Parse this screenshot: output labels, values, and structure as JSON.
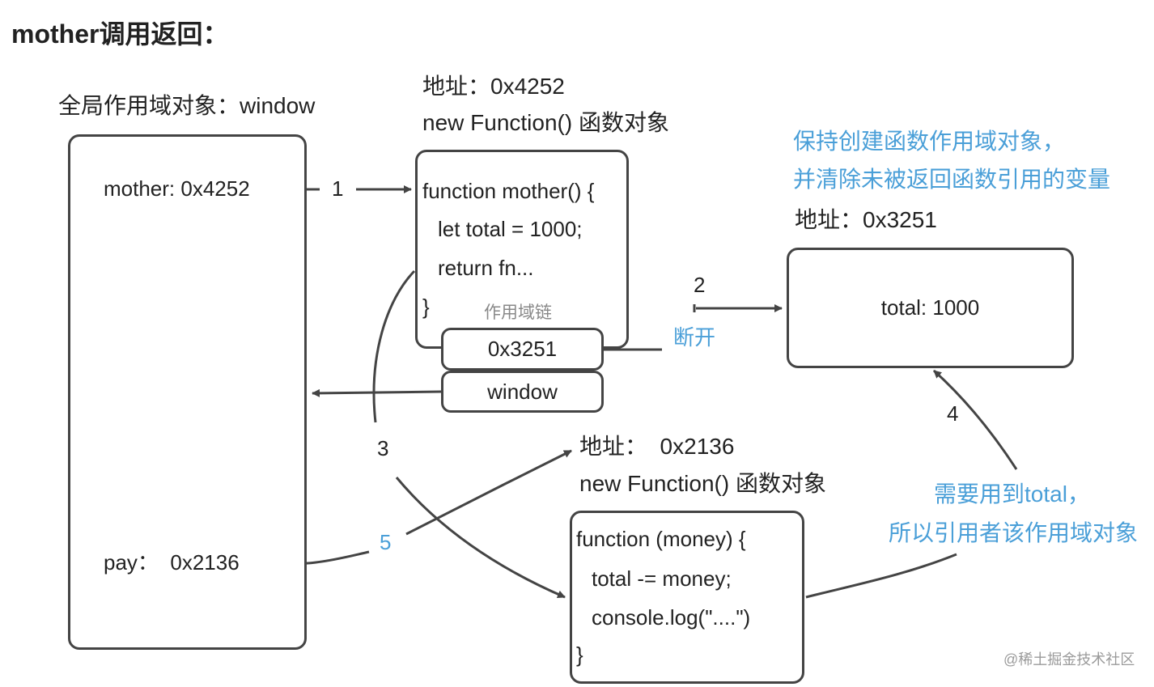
{
  "title": "mother调用返回：",
  "global_scope": {
    "label": "全局作用域对象：window",
    "mother_entry": "mother: 0x4252",
    "pay_entry": "pay：  0x2136"
  },
  "mother_fn": {
    "address": "地址：0x4252",
    "kind": "new Function() 函数对象",
    "code": [
      "function mother() {",
      "let total = 1000;",
      "return fn...",
      "}"
    ],
    "scope_chain_label": "作用域链",
    "scope_chain": [
      "0x3251",
      "window"
    ]
  },
  "closure_scope": {
    "note_line1": "保持创建函数作用域对象，",
    "note_line2": "并清除未被返回函数引用的变量",
    "address": "地址：0x3251",
    "content": "total: 1000"
  },
  "pay_fn": {
    "address": "地址：  0x2136",
    "kind": "new Function() 函数对象",
    "code": [
      "function (money) {",
      "total -= money;",
      "console.log(\"....\")",
      "}"
    ]
  },
  "annotations": {
    "step1": "1",
    "step2": "2",
    "step3": "3",
    "step4": "4",
    "step5": "5",
    "disconnect": "断开",
    "reference_line1": "需要用到total，",
    "reference_line2": "所以引用者该作用域对象"
  },
  "watermark": "@稀土掘金技术社区",
  "colors": {
    "stroke": "#444444",
    "text": "#222222",
    "note_blue": "#4a9fd8",
    "muted": "#888888"
  }
}
